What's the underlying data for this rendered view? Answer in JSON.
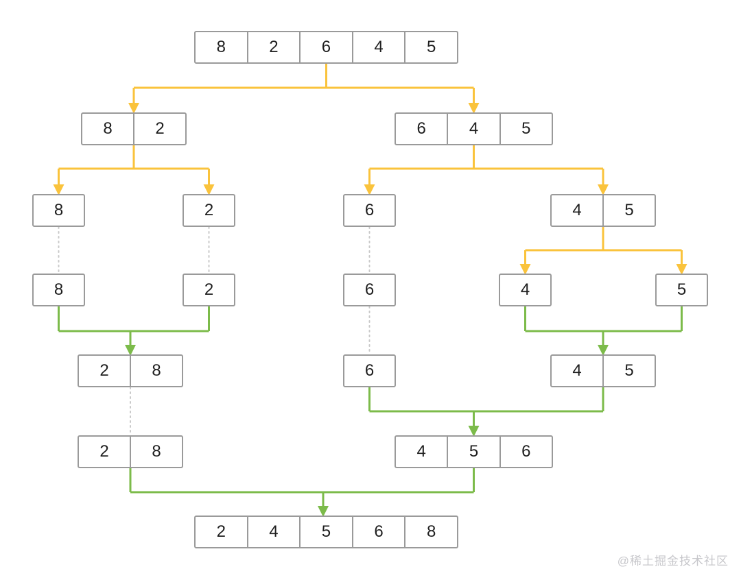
{
  "diagram": {
    "description": "merge sort split and merge tree",
    "nodes": [
      {
        "id": "root",
        "values": [
          "8",
          "2",
          "6",
          "4",
          "5"
        ]
      },
      {
        "id": "l1-left",
        "values": [
          "8",
          "2"
        ]
      },
      {
        "id": "l1-right",
        "values": [
          "6",
          "4",
          "5"
        ]
      },
      {
        "id": "l2-8",
        "values": [
          "8"
        ]
      },
      {
        "id": "l2-2",
        "values": [
          "2"
        ]
      },
      {
        "id": "l2-6",
        "values": [
          "6"
        ]
      },
      {
        "id": "l2-45",
        "values": [
          "4",
          "5"
        ]
      },
      {
        "id": "l3-8",
        "values": [
          "8"
        ]
      },
      {
        "id": "l3-2",
        "values": [
          "2"
        ]
      },
      {
        "id": "l3-6",
        "values": [
          "6"
        ]
      },
      {
        "id": "l3-4",
        "values": [
          "4"
        ]
      },
      {
        "id": "l3-5",
        "values": [
          "5"
        ]
      },
      {
        "id": "l4-28",
        "values": [
          "2",
          "8"
        ]
      },
      {
        "id": "l4-6",
        "values": [
          "6"
        ]
      },
      {
        "id": "l4-45",
        "values": [
          "4",
          "5"
        ]
      },
      {
        "id": "l5-28",
        "values": [
          "2",
          "8"
        ]
      },
      {
        "id": "l5-456",
        "values": [
          "4",
          "5",
          "6"
        ]
      },
      {
        "id": "sorted",
        "values": [
          "2",
          "4",
          "5",
          "6",
          "8"
        ]
      }
    ]
  },
  "colors": {
    "split_arrow": "#FAC33C",
    "merge_arrow": "#7CBB4A",
    "box_border": "#9A9A9A",
    "dotted_line": "#C9C9C9",
    "text": "#1F1F1F",
    "watermark": "#C7C7CB"
  },
  "watermark": {
    "text": "@稀土掘金技术社区"
  }
}
